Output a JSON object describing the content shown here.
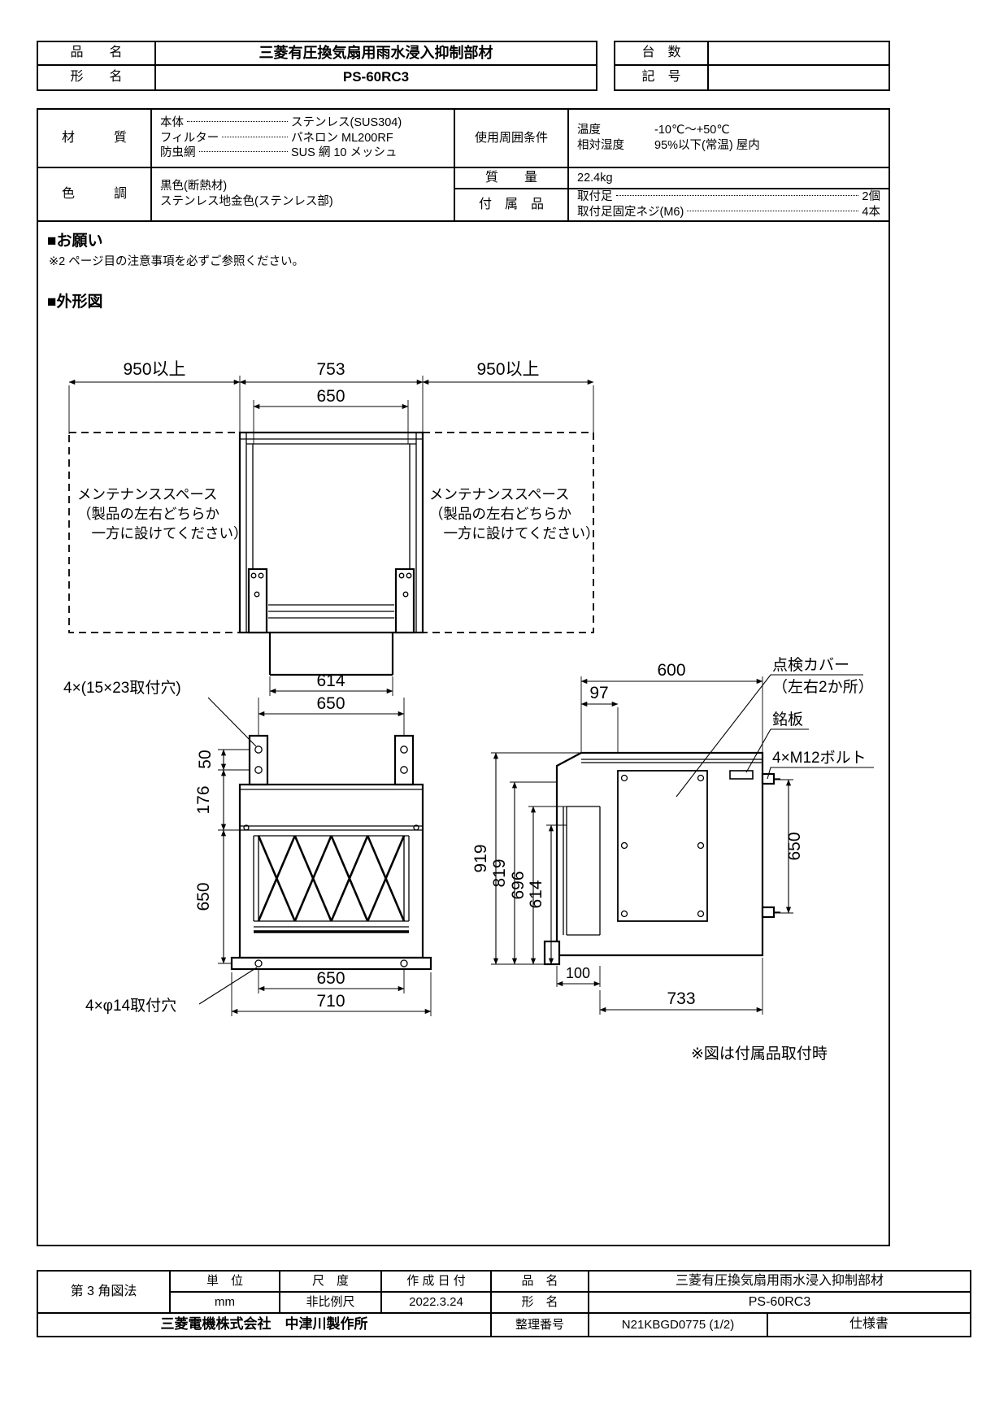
{
  "header": {
    "left": {
      "rows": [
        {
          "label": "品　　名",
          "value": "三菱有圧換気扇用雨水浸入抑制部材"
        },
        {
          "label": "形　　名",
          "value": "PS-60RC3"
        }
      ]
    },
    "right": {
      "rows": [
        {
          "label": "台　数",
          "value": ""
        },
        {
          "label": "記　号",
          "value": ""
        }
      ]
    }
  },
  "spec": {
    "material_label": "材　　　質",
    "materials": [
      {
        "name": "本体",
        "value": "ステンレス(SUS304)"
      },
      {
        "name": "フィルター",
        "value": "パネロン ML200RF"
      },
      {
        "name": "防虫網",
        "value": "SUS 網 10 メッシュ"
      }
    ],
    "env_label": "使用周囲条件",
    "env": [
      {
        "k": "温度",
        "v": "-10℃～+50℃"
      },
      {
        "k": "相対湿度",
        "v": "95%以下(常温) 屋内"
      }
    ],
    "color_label": "色　　　調",
    "colors": [
      "黒色(断熱材)",
      "ステンレス地金色(ステンレス部)"
    ],
    "mass_label": "質　　量",
    "mass_value": "22.4kg",
    "acc_label": "付　属　品",
    "accessories": [
      {
        "name": "取付足",
        "value": "2個"
      },
      {
        "name": "取付足固定ネジ(M6)",
        "value": "4本"
      }
    ]
  },
  "notice": {
    "title": "■お願い",
    "body": "※2 ページ目の注意事項を必ずご参照ください。"
  },
  "drawing": {
    "title": "■外形図",
    "note": "※図は付属品取付時",
    "maint_l1": "メンテナンススペース",
    "maint_l2": "（製品の左右どちらか",
    "maint_l3": "　一方に設けてください）",
    "dims": {
      "d950a": "950以上",
      "d753": "753",
      "d950b": "950以上",
      "d650_top": "650",
      "d614_plan": "614",
      "d650_plan": "650",
      "d50": "50",
      "d176": "176",
      "d650_front": "650",
      "d650_bottom": "650",
      "d710": "710",
      "d600": "600",
      "d97": "97",
      "d919": "919",
      "d819": "819",
      "d696": "696",
      "d614_side": "614",
      "d100": "100",
      "d733": "733",
      "d650_side": "650"
    },
    "labels": {
      "holes_top": "4×(15×23取付穴)",
      "holes_bottom": "4×φ14取付穴",
      "cover1": "点検カバー",
      "cover2": "（左右2か所）",
      "nameplate": "銘板",
      "bolts": "4×M12ボルト"
    }
  },
  "footer": {
    "projection": "第 3 角図法",
    "unit_label": "単　位",
    "unit_value": "mm",
    "scale_label": "尺　度",
    "scale_value": "非比例尺",
    "date_label": "作 成 日 付",
    "date_value": "2022.3.24",
    "name_label": "品　名",
    "name_value": "三菱有圧換気扇用雨水浸入抑制部材",
    "model_label": "形　名",
    "model_value": "PS-60RC3",
    "company": "三菱電機株式会社　中津川製作所",
    "ref_label": "整理番号",
    "ref_value": "N21KBGD0775 (1/2)",
    "doc": "仕様書"
  }
}
